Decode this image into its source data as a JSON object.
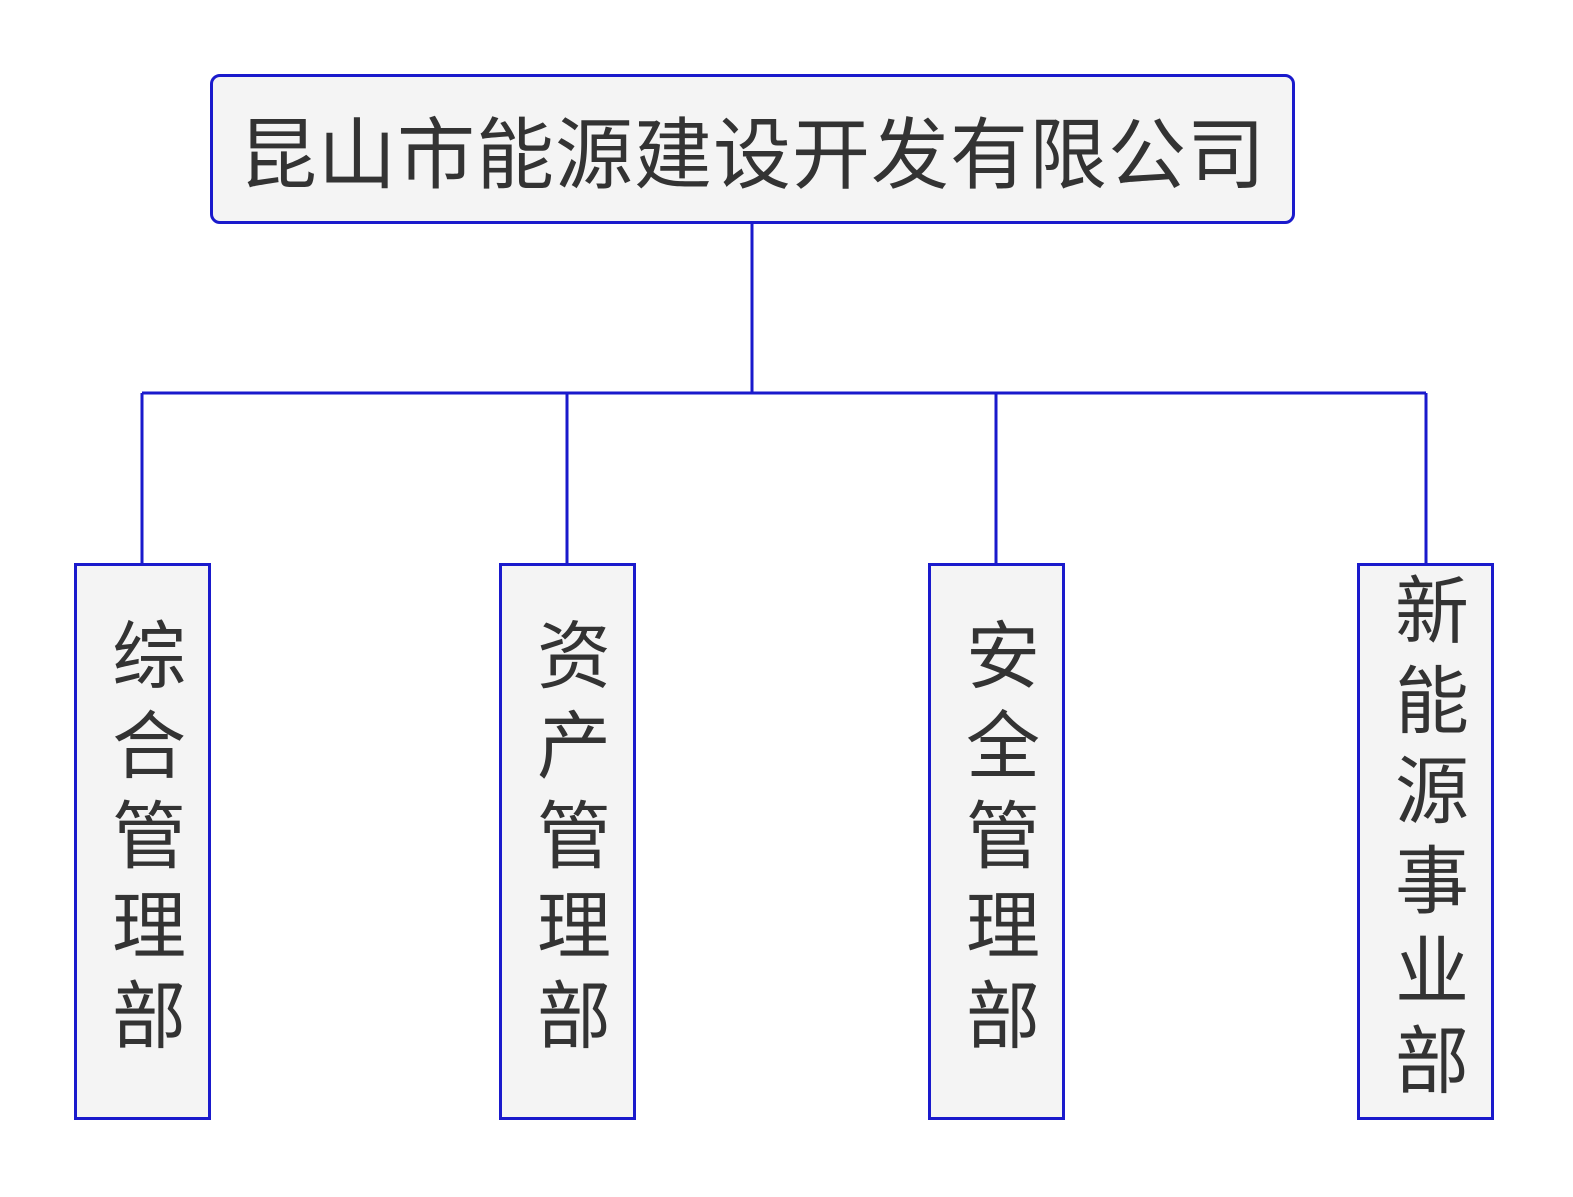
{
  "root": {
    "label": "昆山市能源建设开发有限公司"
  },
  "departments": [
    {
      "label": "综合管理部"
    },
    {
      "label": "资产管理部"
    },
    {
      "label": "安全管理部"
    },
    {
      "label": "新能源事业部"
    }
  ],
  "colors": {
    "border": "#1a1acc",
    "node_fill": "#f4f4f4",
    "text": "#333333"
  }
}
